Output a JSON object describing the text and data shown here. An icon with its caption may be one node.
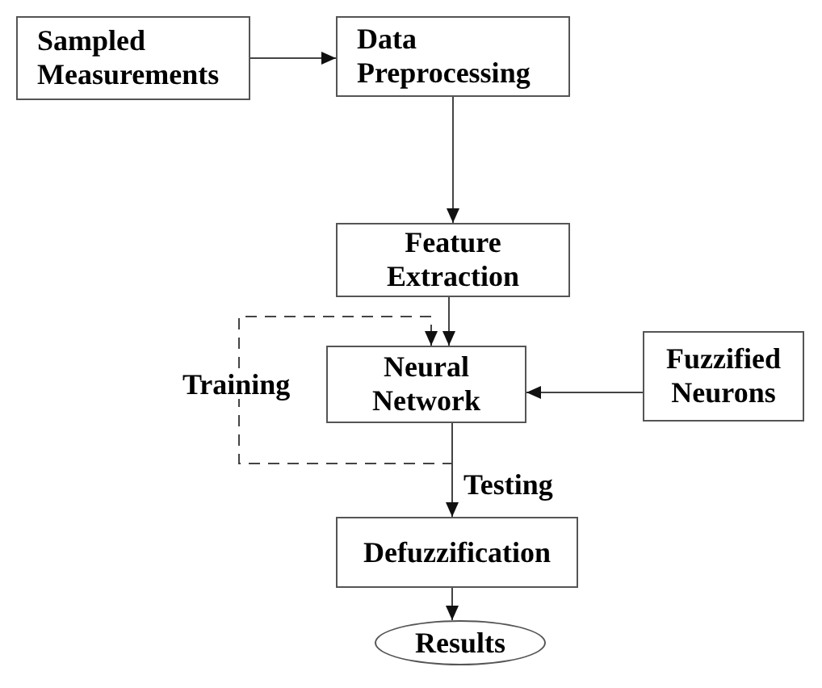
{
  "diagram": {
    "nodes": [
      {
        "text": [
          "Sampled Measurements"
        ]
      },
      {
        "text": [
          "Data Preprocessing"
        ]
      },
      {
        "text": [
          "Feature Extraction"
        ]
      },
      {
        "text": [
          "Neural Network"
        ]
      },
      {
        "text": [
          "Fuzzified Neurons"
        ]
      },
      {
        "text": [
          "Defuzzification"
        ]
      },
      {
        "text": [
          "Results"
        ]
      }
    ],
    "edges": [
      {
        "from": 0,
        "to": 1,
        "arrow": "to"
      },
      {
        "from": 1,
        "to": 2,
        "arrow": "to"
      },
      {
        "from": 2,
        "to": 3,
        "arrow": "to"
      },
      {
        "from": 4,
        "to": 3,
        "arrow": "to"
      },
      {
        "from": 3,
        "to": 3,
        "arrow": "to",
        "style": "dashed",
        "label": "Training"
      },
      {
        "from": 3,
        "to": 5,
        "arrow": "to",
        "label": "Testing"
      },
      {
        "from": 5,
        "to": 6,
        "arrow": "to"
      }
    ]
  }
}
